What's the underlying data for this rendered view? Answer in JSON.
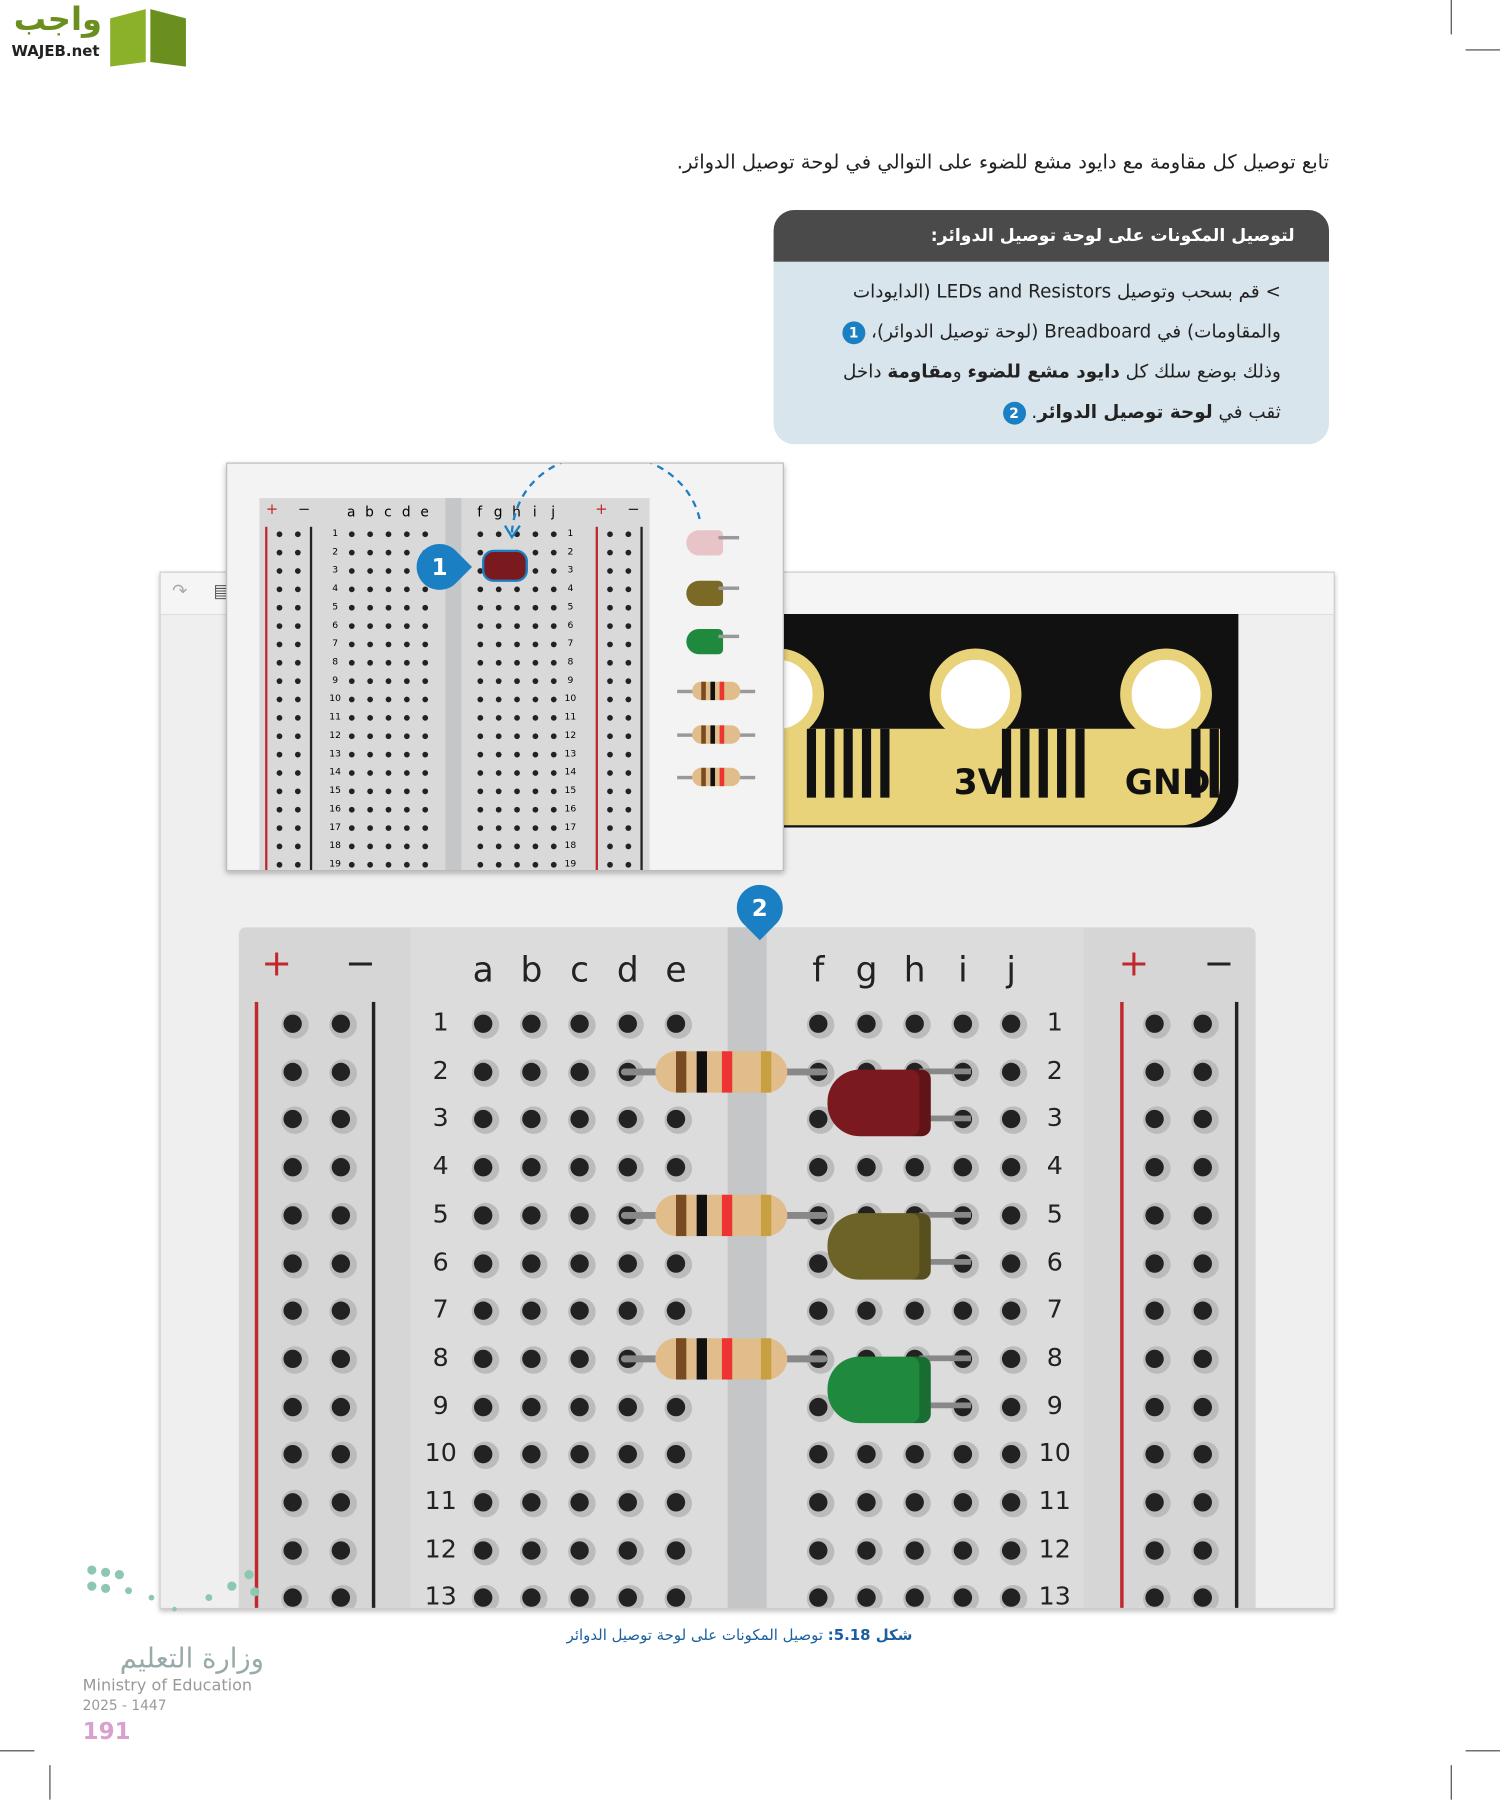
{
  "header": {
    "logo_arabic": "واجب",
    "logo_latin": "WAJEB.net"
  },
  "intro": "تابع توصيل كل مقاومة مع دايود مشع للضوء على التوالي في لوحة توصيل الدوائر.",
  "instructions": {
    "title": "لتوصيل المكونات على لوحة توصيل الدوائر:",
    "line1": "قم بسحب وتوصيل LEDs and Resistors (الدايودات",
    "line2": "والمقاومات) في Breadboard (لوحة توصيل الدوائر)،",
    "line3_a": "وذلك بوضع سلك كل ",
    "line3_b": "دايود مشع للضوء",
    "line3_c": " و",
    "line3_d": "مقاومة",
    "line3_e": " داخل",
    "line4_a": "ثقب في ",
    "line4_b": "لوحة توصيل الدوائر",
    "line4_c": ".",
    "badge1": "1",
    "badge2": "2"
  },
  "figure": {
    "pads": [
      "3V",
      "GND"
    ],
    "rail_plus": "+",
    "rail_minus": "−",
    "columns_left": [
      "a",
      "b",
      "c",
      "d",
      "e"
    ],
    "columns_right": [
      "f",
      "g",
      "h",
      "i",
      "j"
    ],
    "big_rows": [
      "1",
      "2",
      "3",
      "4",
      "5",
      "6",
      "7",
      "8",
      "9",
      "10",
      "11",
      "12",
      "13"
    ],
    "small_rows": [
      "1",
      "2",
      "3",
      "4",
      "5",
      "6",
      "7",
      "8",
      "9",
      "10",
      "11",
      "12",
      "13",
      "14",
      "15",
      "16",
      "17",
      "18",
      "19"
    ],
    "callout1": "1",
    "callout2": "2",
    "led_colors": [
      "#7a1a1f",
      "#6e6326",
      "#1f8a3e"
    ],
    "palette_led_colors": [
      "#e8c4c8",
      "#7a6a25",
      "#1f8a3e"
    ],
    "accent": "#1b7fc4"
  },
  "caption": {
    "label": "شكل 5.18:",
    "text": " توصيل المكونات على لوحة توصيل الدوائر"
  },
  "footer": {
    "ministry_ar": "وزارة التعليم",
    "ministry_en": "Ministry of Education",
    "year": "2025 - 1447",
    "page": "191"
  }
}
